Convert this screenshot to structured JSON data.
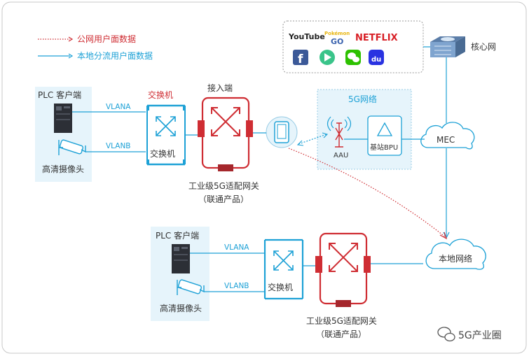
{
  "legend": {
    "public_label": "公网用户面数据",
    "local_label": "本地分流用户面数据"
  },
  "apps": {
    "youtube": "YouTube",
    "pokemon_top": "Pokémon",
    "pokemon_go": "GO",
    "netflix": "NETFLIX",
    "facebook_glyph": "f",
    "baidu_glyph": "du"
  },
  "core": {
    "label": "核心网"
  },
  "mec": {
    "label": "MEC"
  },
  "local_net": {
    "label": "本地网络"
  },
  "fiveg": {
    "title": "5G网络",
    "aau": "AAU",
    "bbu": "基站BPU"
  },
  "top": {
    "plc": "PLC 客户端",
    "camera": "高清摄像头",
    "vlana": "VLANA",
    "vlanb": "VLANB",
    "switch_title": "交换机",
    "switch_label": "交换机",
    "access_label": "接入端",
    "gateway": "工业级5G适配网关",
    "product": "（联通产品）"
  },
  "bottom": {
    "plc": "PLC 客户端",
    "camera": "高清摄像头",
    "vlana": "VLANA",
    "vlanb": "VLANB",
    "switch_label": "交换机",
    "gateway": "工业级5G适配网关",
    "product": "（联通产品）"
  },
  "watermark": {
    "text": "5G产业圈"
  },
  "colors": {
    "blue": "#1da1d6",
    "red": "#cf2d33",
    "panel_bg": "#e6f4fb",
    "dark_red": "#a5272c"
  }
}
